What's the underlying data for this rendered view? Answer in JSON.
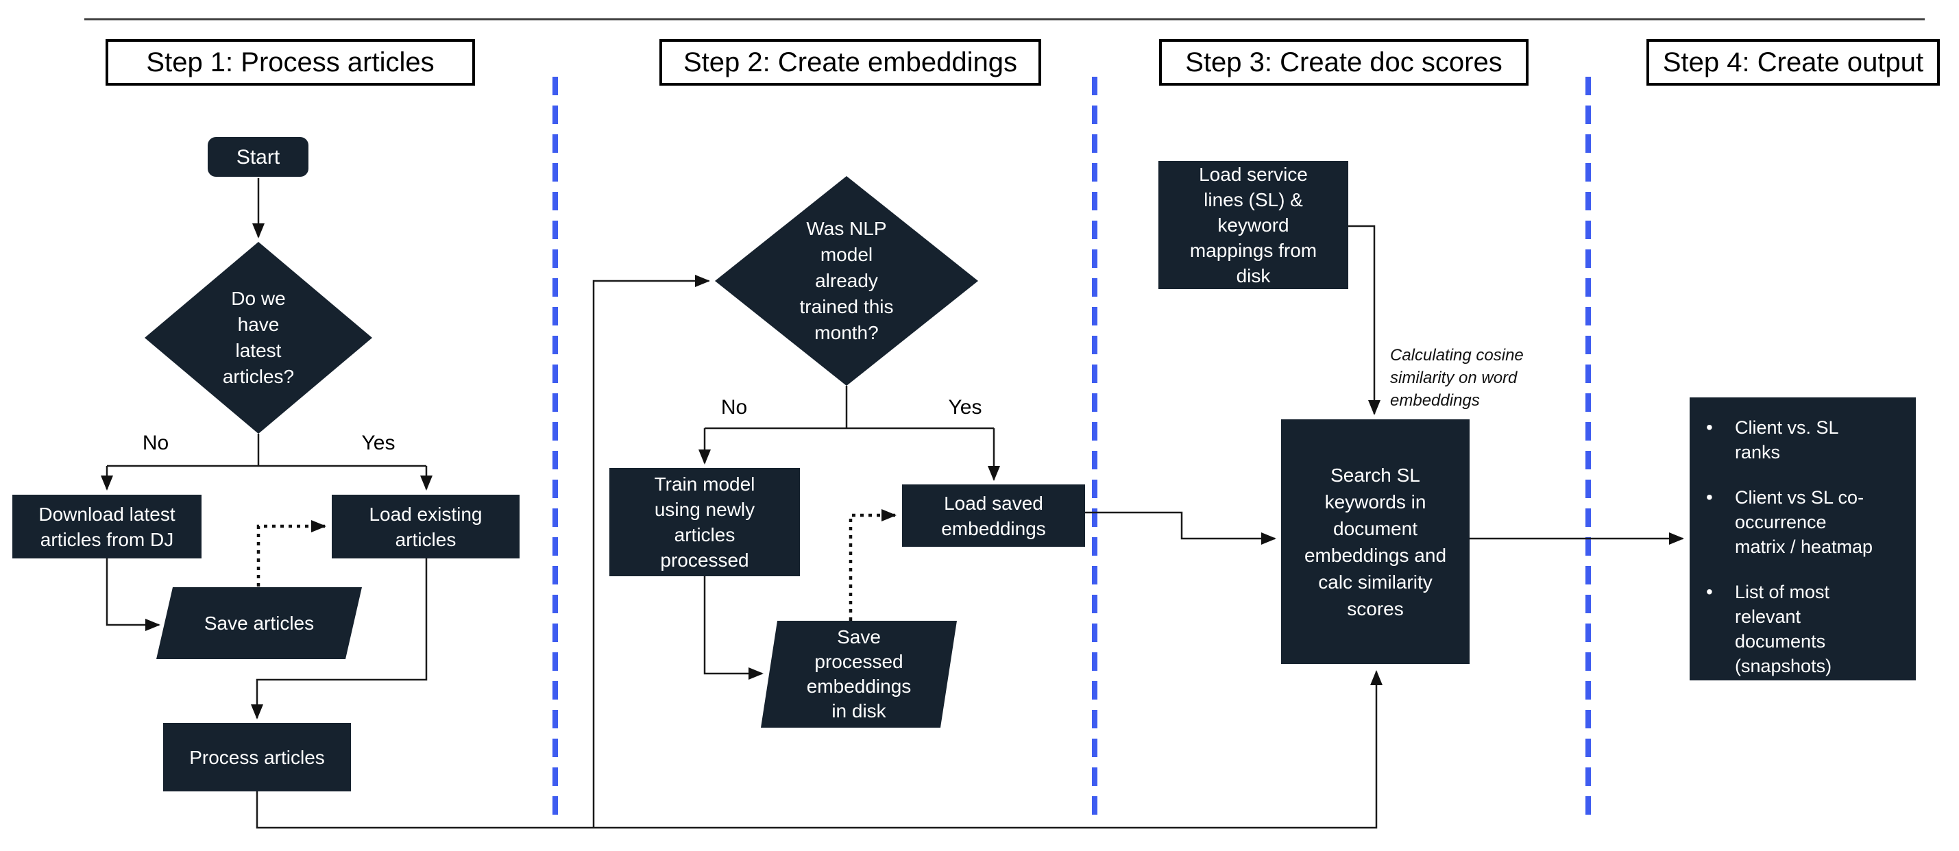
{
  "headers": [
    {
      "label": "Step 1: Process articles"
    },
    {
      "label": "Step 2: Create embeddings"
    },
    {
      "label": "Step 3: Create doc scores"
    },
    {
      "label": "Step 4: Create output"
    }
  ],
  "step1": {
    "start": "Start",
    "decision": {
      "lines": [
        "Do we",
        "have",
        "latest",
        "articles?"
      ]
    },
    "no": "No",
    "yes": "Yes",
    "download": {
      "lines": [
        "Download latest",
        "articles from DJ"
      ]
    },
    "load_existing": {
      "lines": [
        "Load existing",
        "articles"
      ]
    },
    "save_articles": {
      "lines": [
        "Save articles"
      ]
    },
    "process": {
      "lines": [
        "Process articles"
      ]
    }
  },
  "step2": {
    "decision": {
      "lines": [
        "Was NLP",
        "model",
        "already",
        "trained this",
        "month?"
      ]
    },
    "no": "No",
    "yes": "Yes",
    "train": {
      "lines": [
        "Train model",
        "using newly",
        "articles",
        "processed"
      ]
    },
    "load_saved": {
      "lines": [
        "Load saved",
        "embeddings"
      ]
    },
    "save_embeddings": {
      "lines": [
        "Save",
        "processed",
        "embeddings",
        "in disk"
      ]
    }
  },
  "step3": {
    "load_sl": {
      "lines": [
        "Load service",
        "lines (SL) &",
        "keyword",
        "mappings from",
        "disk"
      ]
    },
    "annotation": {
      "lines": [
        "Calculating cosine",
        "similarity on word",
        "embeddings"
      ]
    },
    "search": {
      "lines": [
        "Search SL",
        "keywords in",
        "document",
        "embeddings and",
        "calc similarity",
        "scores"
      ]
    }
  },
  "step4": {
    "bullets": [
      {
        "lines": [
          "Client vs. SL",
          "ranks"
        ]
      },
      {
        "lines": [
          "Client vs SL co-",
          "occurrence",
          "matrix / heatmap"
        ]
      },
      {
        "lines": [
          "List of most",
          "relevant",
          "documents",
          "(snapshots)"
        ]
      }
    ]
  },
  "colors": {
    "node_fill": "#16222e",
    "node_text": "#ffffff",
    "divider_blue": "#3e5cf0",
    "connector": "#1a1a1a",
    "header_border": "#000000",
    "top_rule": "#3f3f3f"
  }
}
